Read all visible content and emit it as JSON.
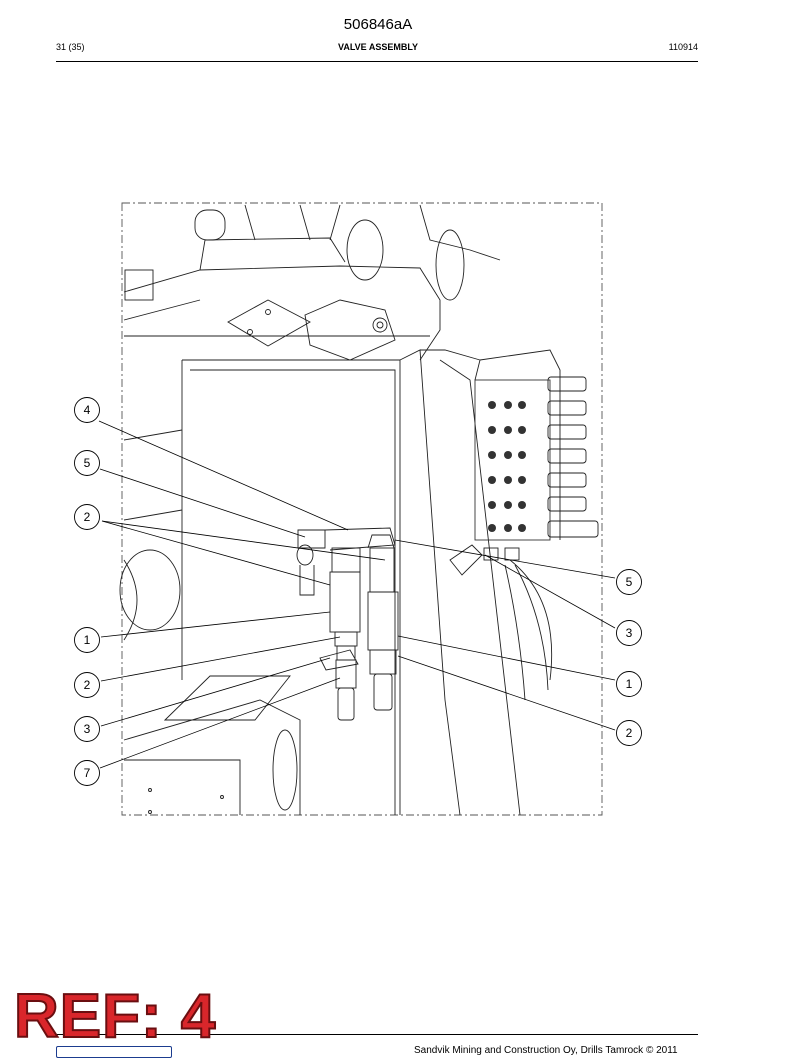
{
  "document": {
    "id": "506846aA",
    "page": "31 (35)",
    "title": "VALVE ASSEMBLY",
    "code": "110914"
  },
  "figure": {
    "callouts_left": [
      "4",
      "5",
      "2",
      "1",
      "2",
      "3",
      "7"
    ],
    "callouts_right": [
      "5",
      "3",
      "1",
      "2"
    ]
  },
  "stamp": {
    "text": "REF: 4"
  },
  "footer": {
    "copyright": "Sandvik Mining and Construction Oy, Drills Tamrock © 2011"
  }
}
